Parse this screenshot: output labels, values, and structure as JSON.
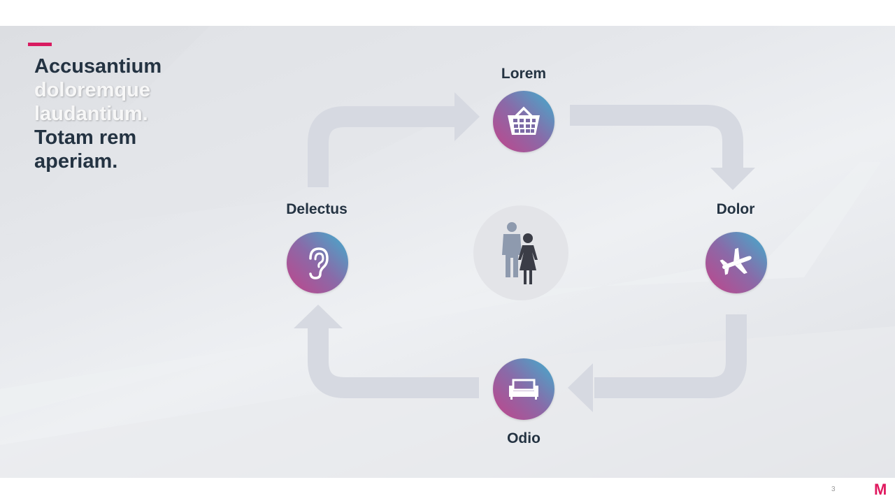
{
  "title": {
    "line1": "Accusantium",
    "line2": "doloremque",
    "line3": "laudantium.",
    "line4": "Totam rem",
    "line5": "aperiam."
  },
  "nodes": [
    {
      "label": "Lorem",
      "icon": "basket-icon"
    },
    {
      "label": "Dolor",
      "icon": "airplane-icon"
    },
    {
      "label": "Odio",
      "icon": "sofa-icon"
    },
    {
      "label": "Delectus",
      "icon": "ear-icon"
    }
  ],
  "center_icon": "people-icon",
  "footer": {
    "page_number": "3",
    "logo": "M"
  },
  "colors": {
    "accent": "#d81b60",
    "gradient_start": "#c2448a",
    "gradient_end": "#3fb0cf",
    "arrow": "#d6d9e1",
    "text": "#243342"
  }
}
